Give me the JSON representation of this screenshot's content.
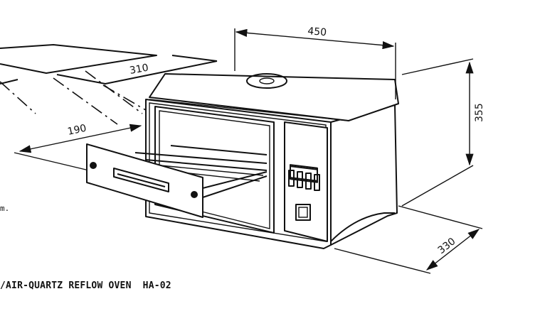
{
  "dimensions": {
    "width": "450",
    "height": "355",
    "depth": "330",
    "tray_extension": "190",
    "sheet": "310"
  },
  "note_fragment": "m.",
  "caption": "/AIR-QUARTZ REFLOW OVEN  HA-02"
}
